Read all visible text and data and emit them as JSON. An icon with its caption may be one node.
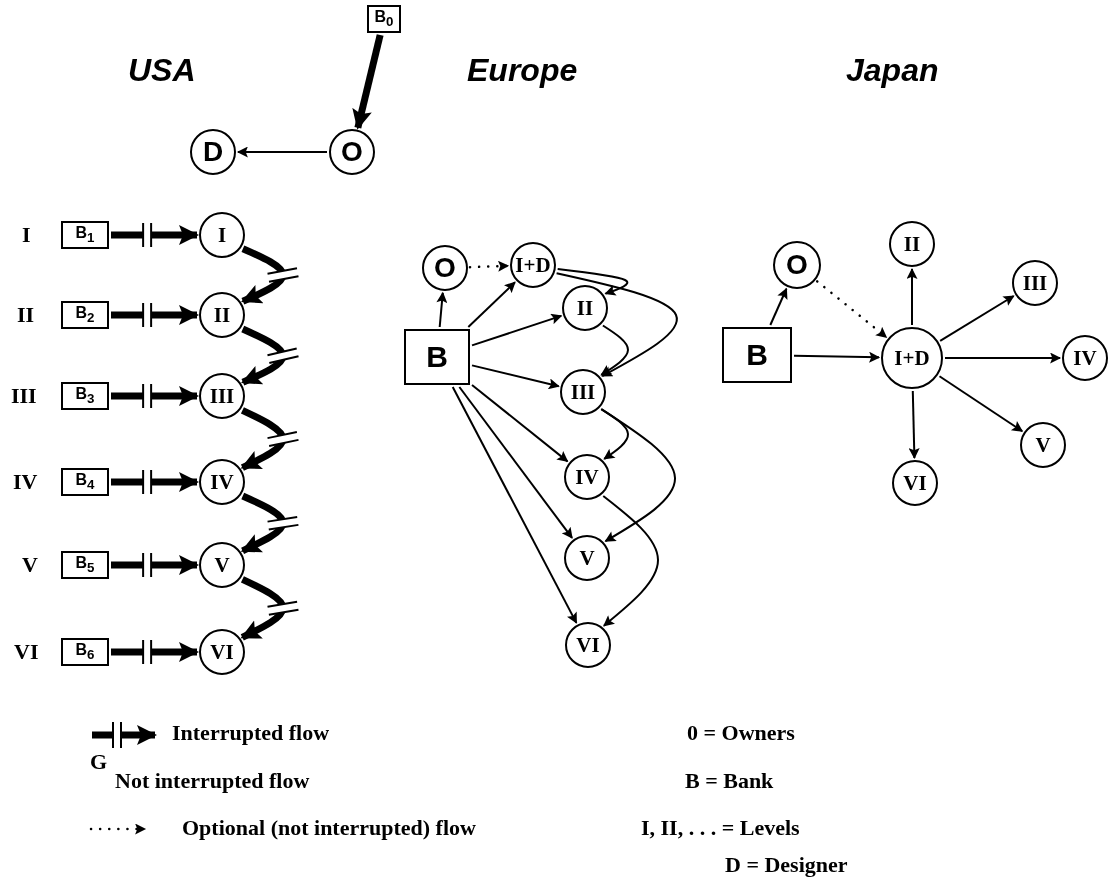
{
  "diagram": {
    "nodes": [
      {
        "text": [
          "B$_{0}$"
        ]
      },
      {
        "text": [
          "O"
        ]
      },
      {
        "text": [
          "D"
        ]
      },
      {
        "text": [
          "B$_{1}$"
        ]
      },
      {
        "text": [
          "I"
        ]
      },
      {
        "text": [
          "B$_{2}$"
        ]
      },
      {
        "text": [
          "II"
        ]
      },
      {
        "text": [
          "B$_{3}$"
        ]
      },
      {
        "text": [
          "III"
        ]
      },
      {
        "text": [
          "B$_{4}$"
        ]
      },
      {
        "text": [
          "IV"
        ]
      },
      {
        "text": [
          "B$_{5}$"
        ]
      },
      {
        "text": [
          "V"
        ]
      },
      {
        "text": [
          "B$_{6}$"
        ]
      },
      {
        "text": [
          "VI"
        ]
      },
      {
        "text": [
          "O"
        ]
      },
      {
        "text": [
          "I+D"
        ]
      },
      {
        "text": [
          "B"
        ]
      },
      {
        "text": [
          "II"
        ]
      },
      {
        "text": [
          "III"
        ]
      },
      {
        "text": [
          "IV"
        ]
      },
      {
        "text": [
          "V"
        ]
      },
      {
        "text": [
          "VI"
        ]
      },
      {
        "text": [
          "O"
        ]
      },
      {
        "text": [
          "II"
        ]
      },
      {
        "text": [
          "III"
        ]
      },
      {
        "text": [
          "B"
        ]
      },
      {
        "text": [
          "I+D"
        ]
      },
      {
        "text": [
          "IV"
        ]
      },
      {
        "text": [
          "V"
        ]
      },
      {
        "text": [
          "VI"
        ]
      }
    ],
    "edges": [
      {
        "from": 0,
        "to": 1,
        "arrow": "to",
        "style": "thick"
      },
      {
        "from": 1,
        "to": 2,
        "arrow": "to"
      },
      {
        "from": 3,
        "to": 4,
        "arrow": "to",
        "style": "thick"
      },
      {
        "from": 5,
        "to": 6,
        "arrow": "to",
        "style": "thick"
      },
      {
        "from": 7,
        "to": 8,
        "arrow": "to",
        "style": "thick"
      },
      {
        "from": 9,
        "to": 10,
        "arrow": "to",
        "style": "thick"
      },
      {
        "from": 11,
        "to": 12,
        "arrow": "to",
        "style": "thick"
      },
      {
        "from": 13,
        "to": 14,
        "arrow": "to",
        "style": "thick"
      },
      {
        "from": 4,
        "to": 6,
        "arrow": "to",
        "style": "thick"
      },
      {
        "from": 6,
        "to": 8,
        "arrow": "to",
        "style": "thick"
      },
      {
        "from": 8,
        "to": 10,
        "arrow": "to",
        "style": "thick"
      },
      {
        "from": 10,
        "to": 12,
        "arrow": "to",
        "style": "thick"
      },
      {
        "from": 12,
        "to": 14,
        "arrow": "to",
        "style": "thick"
      },
      {
        "from": 15,
        "to": 16,
        "arrow": "to",
        "style": "dashed"
      },
      {
        "from": 17,
        "to": 15,
        "arrow": "to"
      },
      {
        "from": 17,
        "to": 16,
        "arrow": "to"
      },
      {
        "from": 17,
        "to": 18,
        "arrow": "to"
      },
      {
        "from": 17,
        "to": 19,
        "arrow": "to"
      },
      {
        "from": 17,
        "to": 20,
        "arrow": "to"
      },
      {
        "from": 17,
        "to": 21,
        "arrow": "to"
      },
      {
        "from": 17,
        "to": 22,
        "arrow": "to"
      },
      {
        "from": 16,
        "to": 18,
        "arrow": "to"
      },
      {
        "from": 16,
        "to": 19,
        "arrow": "to"
      },
      {
        "from": 18,
        "to": 19,
        "arrow": "to"
      },
      {
        "from": 19,
        "to": 20,
        "arrow": "to"
      },
      {
        "from": 19,
        "to": 21,
        "arrow": "to"
      },
      {
        "from": 20,
        "to": 22,
        "arrow": "to"
      },
      {
        "from": 26,
        "to": 23,
        "arrow": "to"
      },
      {
        "from": 23,
        "to": 27,
        "arrow": "to",
        "style": "dashed"
      },
      {
        "from": 26,
        "to": 27,
        "arrow": "to"
      },
      {
        "from": 27,
        "to": 24,
        "arrow": "to"
      },
      {
        "from": 27,
        "to": 25,
        "arrow": "to"
      },
      {
        "from": 27,
        "to": 28,
        "arrow": "to"
      },
      {
        "from": 27,
        "to": 29,
        "arrow": "to"
      },
      {
        "from": 27,
        "to": 30,
        "arrow": "to"
      }
    ],
    "labels": [
      "USA",
      "Europe",
      "Japan",
      "I",
      "II",
      "III",
      "IV",
      "V",
      "VI",
      "G",
      "0 = Owners",
      "B = Bank",
      "I, II, . . . = Levels",
      "D = Designer"
    ],
    "legend": [
      {
        "text": "Interrupted flow"
      },
      {
        "text": "Not interrupted flow"
      },
      {
        "text": "Optional (not interrupted) flow"
      }
    ]
  }
}
